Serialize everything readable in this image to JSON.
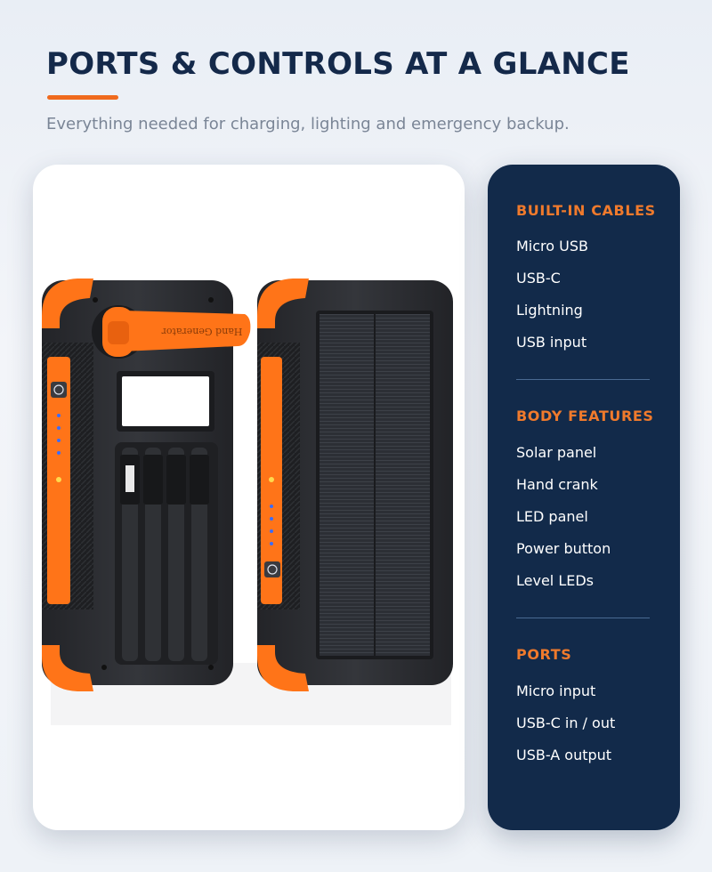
{
  "header": {
    "title": "PORTS & CONTROLS AT A GLANCE",
    "subtitle": "Everything needed for charging, lighting and emergency backup."
  },
  "product": {
    "crank_label": "Hand Generator"
  },
  "specs": {
    "sections": [
      {
        "title": "BUILT-IN CABLES",
        "items": [
          "Micro USB",
          "USB-C",
          "Lightning",
          "USB input"
        ]
      },
      {
        "title": "BODY FEATURES",
        "items": [
          "Solar panel",
          "Hand crank",
          "LED panel",
          "Power button",
          "Level LEDs"
        ]
      },
      {
        "title": "PORTS",
        "items": [
          "Micro input",
          "USB-C in / out",
          "USB-A output"
        ]
      }
    ]
  },
  "colors": {
    "title": "#14294a",
    "accent": "#f06a1d",
    "panel": "#122a4a",
    "section_title": "#f07a2c",
    "device_body": "#2a2c30",
    "device_orange": "#ff7418",
    "led_blue": "#3a6cff"
  }
}
